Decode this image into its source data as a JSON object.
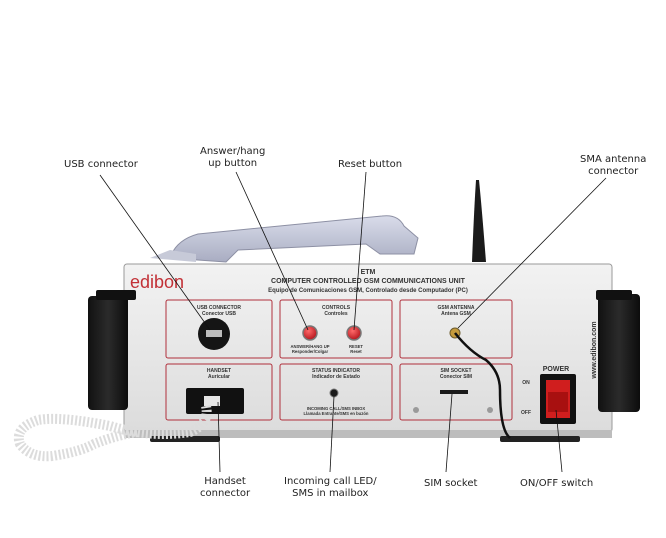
{
  "callouts": {
    "usb": "USB connector",
    "answer_l1": "Answer/hang",
    "answer_l2": "up button",
    "reset": "Reset button",
    "sma_l1": "SMA antenna",
    "sma_l2": "connector",
    "handset_l1": "Handset",
    "handset_l2": "connector",
    "incoming_l1": "Incoming call LED/",
    "incoming_l2": "SMS in mailbox",
    "sim": "SIM socket",
    "onoff": "ON/OFF switch"
  },
  "device": {
    "brand": "edibon",
    "model": "ETM",
    "title": "COMPUTER CONTROLLED GSM COMMUNICATIONS UNIT",
    "subtitle": "Equipo de Comunicaciones GSM, Controlado desde Computador (PC)",
    "website": "www.edibon.com",
    "panels": {
      "usb_title": "USB CONNECTOR",
      "usb_sub": "Conector USB",
      "controls_title": "CONTROLS",
      "controls_sub": "Controles",
      "answer_title": "ANSWER/HANG UP",
      "answer_sub": "Responder/Colgar",
      "reset_title": "RESET",
      "reset_sub": "Reset",
      "antenna_title": "GSM ANTENNA",
      "antenna_sub": "Antena GSM",
      "handset_title": "HANDSET",
      "handset_sub": "Auricular",
      "status_title": "STATUS INDICATOR",
      "status_sub": "Indicador de Estado",
      "incoming_title": "INCOMING CALL/SMS INBOX",
      "incoming_sub": "Llamada Entrante/SMS en buzón",
      "sim_title": "SIM SOCKET",
      "sim_sub": "Conector SIM"
    },
    "power": {
      "label": "POWER",
      "on": "ON",
      "off": "OFF"
    }
  },
  "colors": {
    "panel_face": "#e9e9e9",
    "panel_border": "#b0303c",
    "button_red": "#d0202a",
    "switch_red": "#d01e1e",
    "handle_black": "#1a1a1a"
  }
}
